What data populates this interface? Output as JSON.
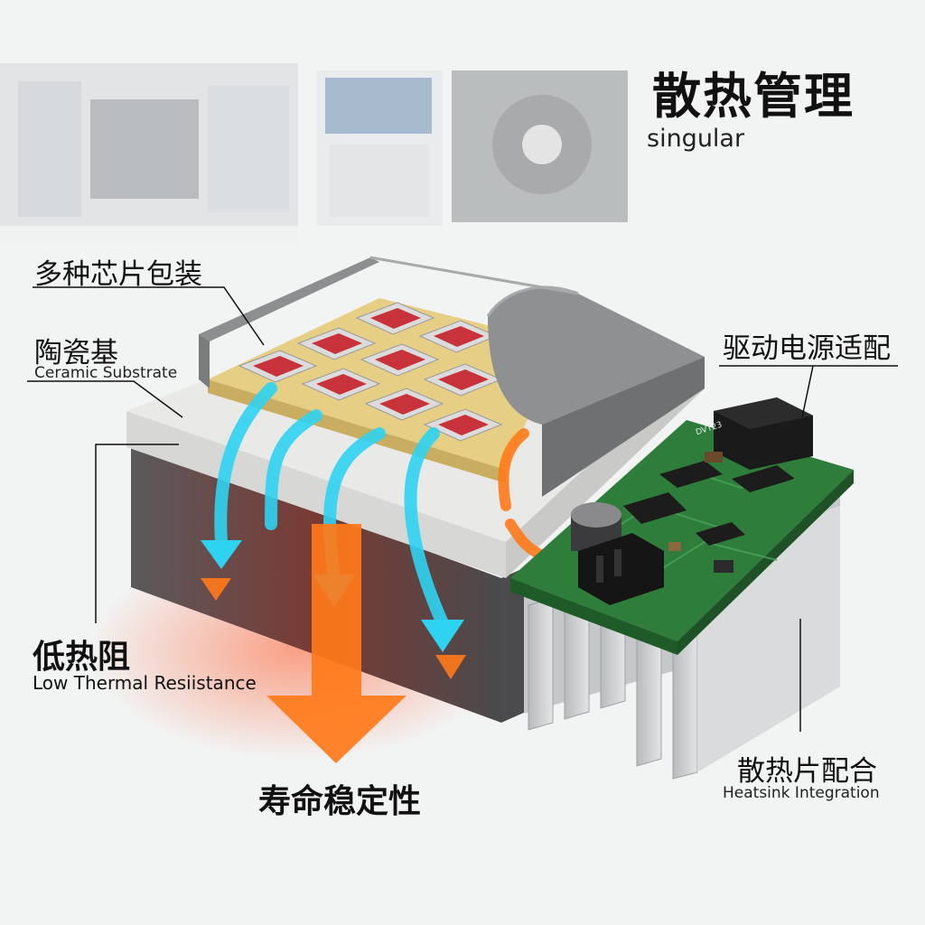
{
  "title": "散热管理",
  "subtitle": "singular",
  "labels": {
    "chip_packages": "多种芯片包装",
    "ceramic_cn": "陶瓷基",
    "ceramic_en": "Ceramic Substrate",
    "driver_power": "驱动电源适配",
    "low_resistance_cn": "低热阻",
    "low_resistance_en": "Low Thermal Resiistance",
    "lifetime": "寿命稳定性",
    "heatsink_cn": "散热片配合",
    "heatsink_en": "Heatsink Integration",
    "component_marking": "DVT23"
  },
  "colors": {
    "cool_arrow": "#2fd3f2",
    "hot_arrow": "#ff7a1a",
    "pcb": "#2e7d3a",
    "chip": "#c8333b",
    "ceramic": "#e9eae8",
    "yellow_layer": "#e9d48c"
  }
}
